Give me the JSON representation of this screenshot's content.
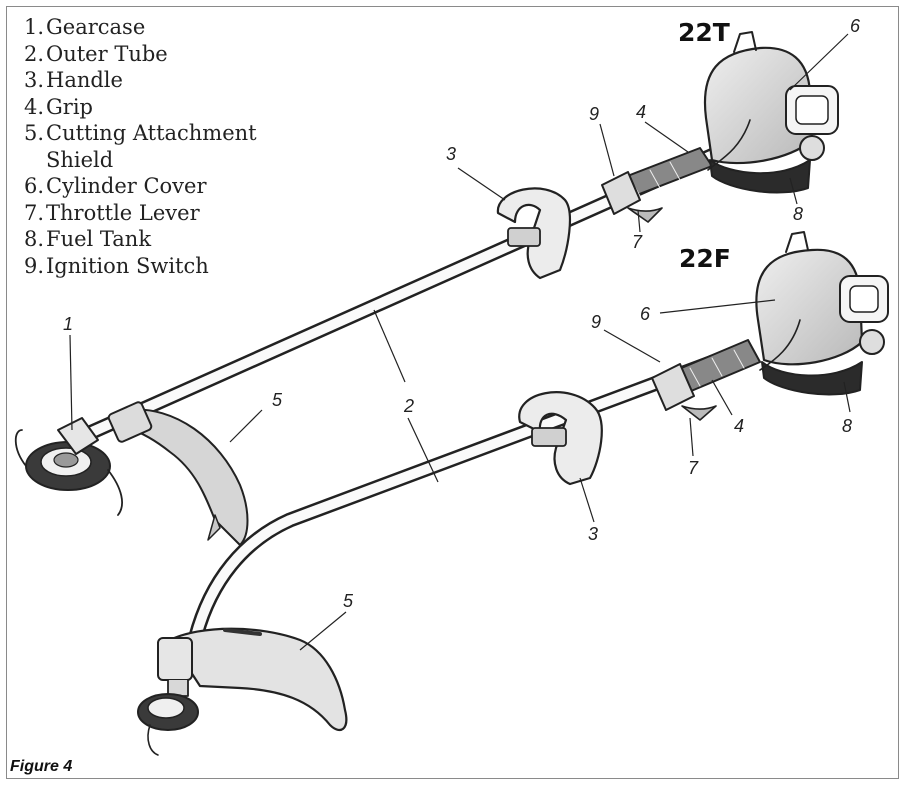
{
  "legend": [
    {
      "num": "1.",
      "label": "Gearcase"
    },
    {
      "num": "2.",
      "label": "Outer Tube"
    },
    {
      "num": "3.",
      "label": "Handle"
    },
    {
      "num": "4.",
      "label": "Grip"
    },
    {
      "num": "5.",
      "label": "Cutting Attachment\nShield"
    },
    {
      "num": "6.",
      "label": "Cylinder Cover"
    },
    {
      "num": "7.",
      "label": "Throttle Lever"
    },
    {
      "num": "8.",
      "label": "Fuel Tank"
    },
    {
      "num": "9.",
      "label": "Ignition Switch"
    }
  ],
  "models": {
    "top": "22T",
    "bottom": "22F"
  },
  "caption": "Figure 4",
  "callouts": {
    "t_gearcase": "1",
    "t_shield": "5",
    "t_handle": "3",
    "t_switch": "9",
    "t_grip": "4",
    "t_cover": "6",
    "t_throttle": "7",
    "t_tank": "8",
    "outer_tube": "2",
    "f_switch": "9",
    "f_cover": "6",
    "f_grip": "4",
    "f_tank": "8",
    "f_throttle": "7",
    "f_handle": "3",
    "f_shield": "5"
  }
}
